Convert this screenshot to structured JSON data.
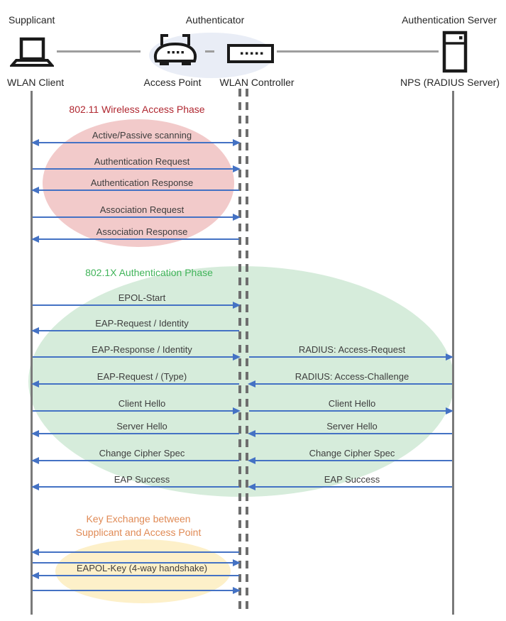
{
  "colors": {
    "arrow_blue": "#4472c4",
    "lifeline_gray": "#7a7a7a",
    "phase1_fill": "#f2caca",
    "phase2_fill": "#d6ecdb",
    "phase3_fill": "#fdf0c9",
    "authenticator_fill": "#e9edf6",
    "phase1_text": "#b02730",
    "phase2_text": "#41b45a",
    "phase3_text": "#e08a55"
  },
  "actors": {
    "roles": [
      {
        "label": "Supplicant"
      },
      {
        "label": "Authenticator"
      },
      {
        "label": "Authentication Server"
      }
    ],
    "nodes": [
      {
        "label": "WLAN Client",
        "icon": "laptop-icon"
      },
      {
        "label": "Access Point",
        "icon": "access-point-icon"
      },
      {
        "label": "WLAN Controller",
        "icon": "wlan-controller-icon"
      },
      {
        "label": "NPS (RADIUS Server)",
        "icon": "server-icon"
      }
    ]
  },
  "phases": [
    {
      "title": "802.11 Wireless Access Phase"
    },
    {
      "title": "802.1X Authentication Phase"
    },
    {
      "title_line1": "Key Exchange between",
      "title_line2": "Supplicant and Access Point"
    }
  ],
  "messages": [
    {
      "label": "Active/Passive scanning",
      "direction": "both"
    },
    {
      "label": "Authentication Request",
      "direction": "right"
    },
    {
      "label": "Authentication Response",
      "direction": "left"
    },
    {
      "label": "Association Request",
      "direction": "right"
    },
    {
      "label": "Association Response",
      "direction": "left"
    },
    {
      "label": "EPOL-Start",
      "direction": "right"
    },
    {
      "label": "EAP-Request / Identity",
      "direction": "left"
    },
    {
      "label": "EAP-Response / Identity",
      "direction": "right",
      "right_label": "RADIUS: Access-Request",
      "right_direction": "right"
    },
    {
      "label": "EAP-Request / (Type)",
      "direction": "left",
      "right_label": "RADIUS: Access-Challenge",
      "right_direction": "left"
    },
    {
      "label": "Client Hello",
      "direction": "right",
      "right_label": "Client Hello",
      "right_direction": "right"
    },
    {
      "label": "Server Hello",
      "direction": "left",
      "right_label": "Server Hello",
      "right_direction": "left"
    },
    {
      "label": "Change Cipher Spec",
      "direction": "left",
      "right_label": "Change Cipher Spec",
      "right_direction": "left"
    },
    {
      "label": "EAP Success",
      "direction": "left",
      "right_label": "EAP Success",
      "right_direction": "left"
    },
    {
      "label": "",
      "direction": "left"
    },
    {
      "label": "",
      "direction": "right"
    },
    {
      "label": "EAPOL-Key (4-way handshake)",
      "direction": "left"
    },
    {
      "label": "",
      "direction": "right"
    }
  ]
}
